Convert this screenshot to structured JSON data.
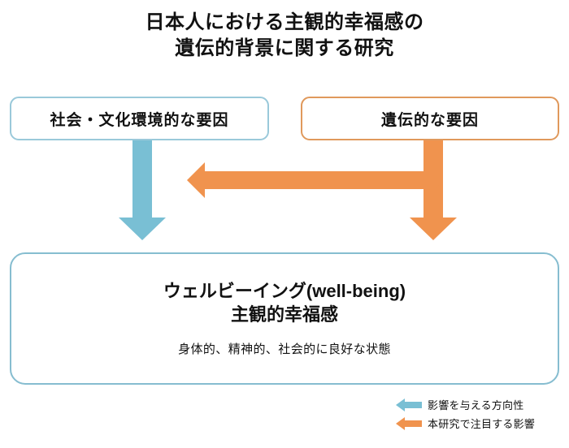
{
  "title": {
    "line1": "日本人における主観的幸福感の",
    "line2": "遺伝的背景に関する研究"
  },
  "boxes": {
    "social": {
      "label": "社会・文化環境的な要因",
      "border_color": "#9ac9da"
    },
    "genetic": {
      "label": "遺伝的な要因",
      "border_color": "#e0995c"
    },
    "wellbeing": {
      "heading_line1": "ウェルビーイング(well-being)",
      "heading_line2": "主観的幸福感",
      "description": "身体的、精神的、社会的に良好な状態",
      "border_color": "#86bdd0"
    }
  },
  "arrows": {
    "social_to_wellbeing": {
      "icon": "arrow-down-icon",
      "color": "#79bfd4"
    },
    "genetic_to_wellbeing": {
      "icon": "arrow-down-icon",
      "color": "#f0934e"
    },
    "genetic_to_social": {
      "icon": "arrow-left-icon",
      "color": "#f0934e"
    }
  },
  "legend": {
    "items": [
      {
        "icon": "arrow-left-icon",
        "color": "#79bfd4",
        "label": "影響を与える方向性"
      },
      {
        "icon": "arrow-left-icon",
        "color": "#f0934e",
        "label": "本研究で注目する影響"
      }
    ]
  }
}
